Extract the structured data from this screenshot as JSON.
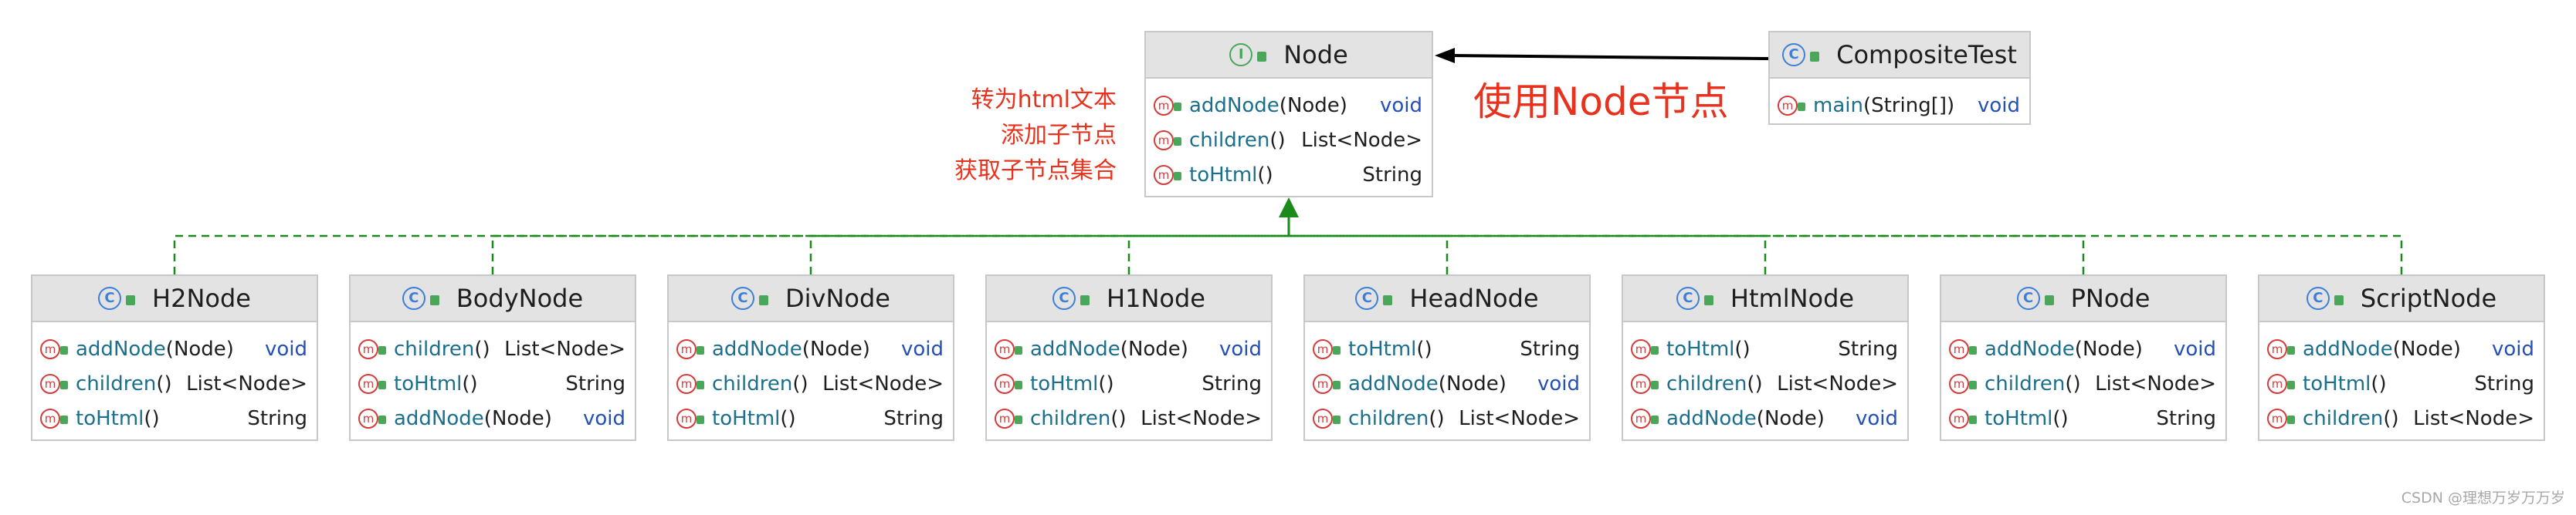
{
  "parent": {
    "name": "Node",
    "kind_letter": "I",
    "methods": [
      {
        "name": "addNode",
        "params": "(Node)",
        "ret": "void"
      },
      {
        "name": "children",
        "params": "()",
        "ret": "List<Node>"
      },
      {
        "name": "toHtml",
        "params": "()",
        "ret": "String"
      }
    ]
  },
  "client": {
    "name": "CompositeTest",
    "kind_letter": "C",
    "methods": [
      {
        "name": "main",
        "params": "(String[])",
        "ret": "void"
      }
    ]
  },
  "annotations": {
    "method_notes": [
      "转为html文本",
      "添加子节点",
      "获取子节点集合"
    ],
    "uses_label": "使用Node节点"
  },
  "children": [
    {
      "name": "H2Node",
      "kind_letter": "C",
      "methods": [
        {
          "name": "addNode",
          "params": "(Node)",
          "ret": "void"
        },
        {
          "name": "children",
          "params": "()",
          "ret": "List<Node>"
        },
        {
          "name": "toHtml",
          "params": "()",
          "ret": "String"
        }
      ]
    },
    {
      "name": "BodyNode",
      "kind_letter": "C",
      "methods": [
        {
          "name": "children",
          "params": "()",
          "ret": "List<Node>"
        },
        {
          "name": "toHtml",
          "params": "()",
          "ret": "String"
        },
        {
          "name": "addNode",
          "params": "(Node)",
          "ret": "void"
        }
      ]
    },
    {
      "name": "DivNode",
      "kind_letter": "C",
      "methods": [
        {
          "name": "addNode",
          "params": "(Node)",
          "ret": "void"
        },
        {
          "name": "children",
          "params": "()",
          "ret": "List<Node>"
        },
        {
          "name": "toHtml",
          "params": "()",
          "ret": "String"
        }
      ]
    },
    {
      "name": "H1Node",
      "kind_letter": "C",
      "methods": [
        {
          "name": "addNode",
          "params": "(Node)",
          "ret": "void"
        },
        {
          "name": "toHtml",
          "params": "()",
          "ret": "String"
        },
        {
          "name": "children",
          "params": "()",
          "ret": "List<Node>"
        }
      ]
    },
    {
      "name": "HeadNode",
      "kind_letter": "C",
      "methods": [
        {
          "name": "toHtml",
          "params": "()",
          "ret": "String"
        },
        {
          "name": "addNode",
          "params": "(Node)",
          "ret": "void"
        },
        {
          "name": "children",
          "params": "()",
          "ret": "List<Node>"
        }
      ]
    },
    {
      "name": "HtmlNode",
      "kind_letter": "C",
      "methods": [
        {
          "name": "toHtml",
          "params": "()",
          "ret": "String"
        },
        {
          "name": "children",
          "params": "()",
          "ret": "List<Node>"
        },
        {
          "name": "addNode",
          "params": "(Node)",
          "ret": "void"
        }
      ]
    },
    {
      "name": "PNode",
      "kind_letter": "C",
      "methods": [
        {
          "name": "addNode",
          "params": "(Node)",
          "ret": "void"
        },
        {
          "name": "children",
          "params": "()",
          "ret": "List<Node>"
        },
        {
          "name": "toHtml",
          "params": "()",
          "ret": "String"
        }
      ]
    },
    {
      "name": "ScriptNode",
      "kind_letter": "C",
      "methods": [
        {
          "name": "addNode",
          "params": "(Node)",
          "ret": "void"
        },
        {
          "name": "toHtml",
          "params": "()",
          "ret": "String"
        },
        {
          "name": "children",
          "params": "()",
          "ret": "List<Node>"
        }
      ]
    }
  ],
  "watermark": "CSDN @理想万岁万万岁",
  "colors": {
    "implements_edge": "#1a8a1a",
    "uses_arrow": "#000000",
    "annotation": "#e8321d",
    "class_icon": "#3d7fd9",
    "interface_icon": "#4aa658",
    "method_icon": "#d63b3b"
  }
}
